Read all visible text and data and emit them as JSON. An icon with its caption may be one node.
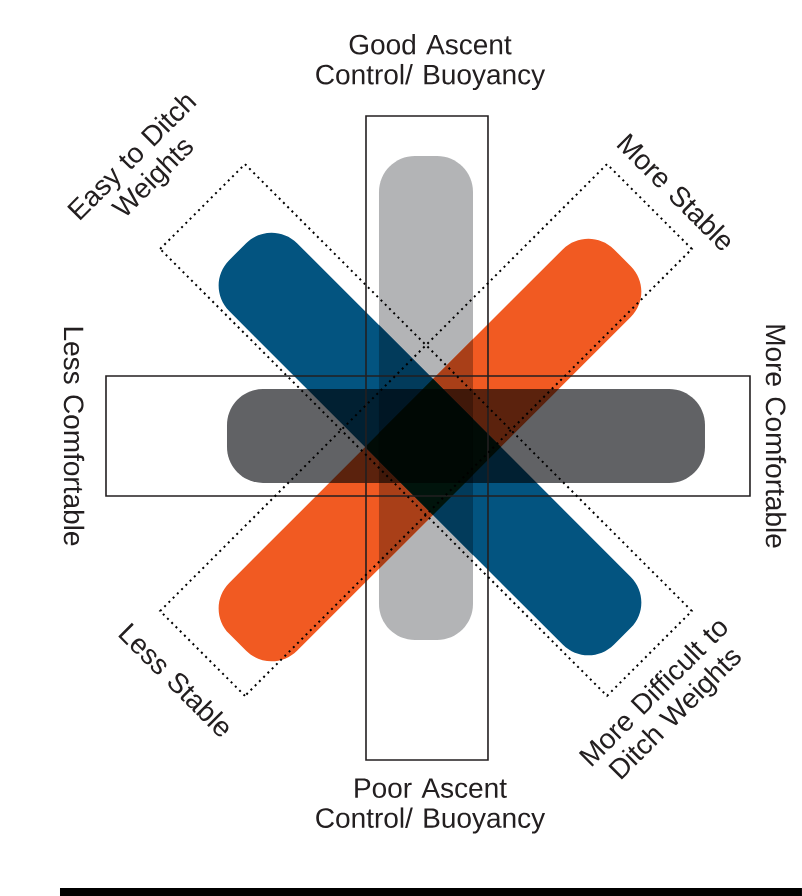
{
  "diagram": {
    "labels": [
      "Good Ascent Control/ Buoyancy",
      "Easy to Ditch Weights",
      "More Stable",
      "Less Comfortable",
      "More Comfortable",
      "Less Stable",
      "More Difficult to Ditch Weights",
      "Poor Ascent Control/ Buoyancy"
    ]
  }
}
